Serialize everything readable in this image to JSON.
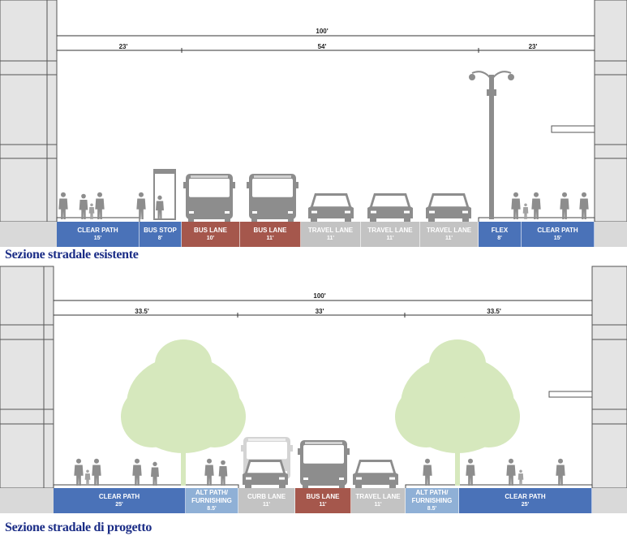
{
  "existing": {
    "title": "Sezione stradale esistente",
    "total_dim": "100'",
    "sub_dims": [
      "23'",
      "54'",
      "23'"
    ],
    "segments": [
      {
        "label": "CLEAR PATH",
        "width": "15'",
        "color": "#4a72b8"
      },
      {
        "label": "BUS STOP",
        "width": "8'",
        "color": "#4a72b8"
      },
      {
        "label": "BUS LANE",
        "width": "10'",
        "color": "#a5574c"
      },
      {
        "label": "BUS LANE",
        "width": "11'",
        "color": "#a5574c"
      },
      {
        "label": "TRAVEL LANE",
        "width": "11'",
        "color": "#c3c3c3"
      },
      {
        "label": "TRAVEL LANE",
        "width": "11'",
        "color": "#c3c3c3"
      },
      {
        "label": "TRAVEL LANE",
        "width": "11'",
        "color": "#c3c3c3"
      },
      {
        "label": "FLEX",
        "width": "8'",
        "color": "#4a72b8"
      },
      {
        "label": "CLEAR PATH",
        "width": "15'",
        "color": "#4a72b8"
      }
    ]
  },
  "proposed": {
    "title": "Sezione stradale di progetto",
    "total_dim": "100'",
    "sub_dims": [
      "33.5'",
      "33'",
      "33.5'"
    ],
    "segments": [
      {
        "label": "CLEAR PATH",
        "width": "25'",
        "color": "#4a72b8"
      },
      {
        "label": "ALT PATH/\nFURNISHING",
        "width": "8.5'",
        "color": "#8fb0d6"
      },
      {
        "label": "CURB LANE",
        "width": "11'",
        "color": "#c3c3c3"
      },
      {
        "label": "BUS LANE",
        "width": "11'",
        "color": "#a5574c"
      },
      {
        "label": "TRAVEL LANE",
        "width": "11'",
        "color": "#c3c3c3"
      },
      {
        "label": "ALT PATH/\nFURNISHING",
        "width": "8.5'",
        "color": "#8fb0d6"
      },
      {
        "label": "CLEAR PATH",
        "width": "25'",
        "color": "#4a72b8"
      }
    ]
  },
  "colors": {
    "building": "#e4e4e4",
    "building_line": "#555555",
    "silhouette": "#8d8d8d",
    "tree": "#d6e8bd",
    "title": "#1a2c86"
  },
  "icons": [
    "building-icon",
    "pedestrian-icon",
    "bus-icon",
    "car-icon",
    "bus-shelter-icon",
    "street-lamp-icon",
    "tree-icon"
  ]
}
